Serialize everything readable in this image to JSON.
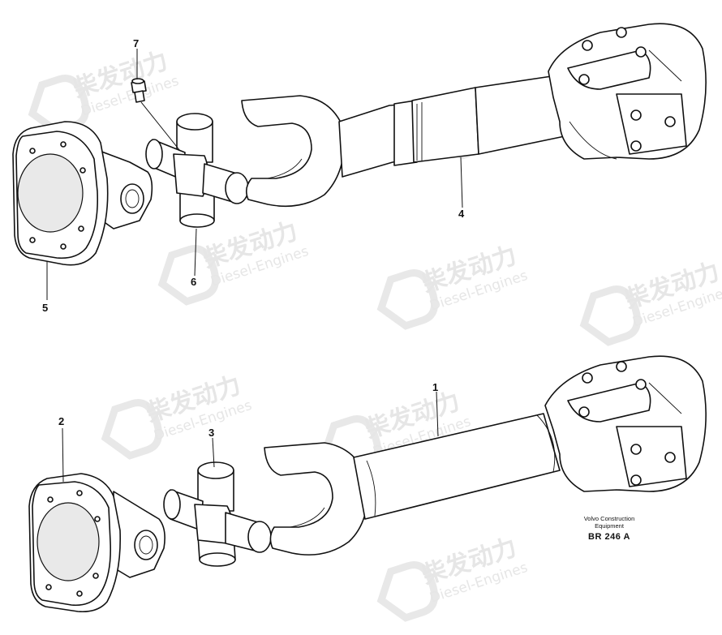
{
  "watermark": {
    "brand_cn": "柴发动力",
    "brand_en": "Diesel-Engines"
  },
  "callouts": {
    "c1": "1",
    "c2": "2",
    "c3": "3",
    "c4": "4",
    "c5": "5",
    "c6": "6",
    "c7": "7"
  },
  "caption": {
    "line1": "Volvo Construction",
    "line2": "Equipment",
    "code": "BR 246 A"
  },
  "colors": {
    "ink": "#111111",
    "watermark": "#e6e6e6",
    "background": "#ffffff"
  }
}
